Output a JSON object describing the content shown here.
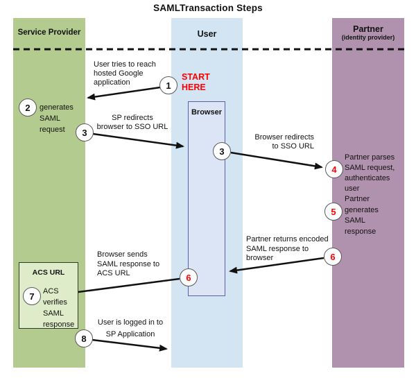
{
  "title": "SAMLTransaction Steps",
  "columns": {
    "service_provider": {
      "label": "Service Provider"
    },
    "user": {
      "label": "User"
    },
    "partner": {
      "label": "Partner",
      "sublabel": "(identity provider)"
    }
  },
  "start_marker": "START\nHERE",
  "browser_box": {
    "label": "Browser"
  },
  "acs_box": {
    "label": "ACS URL"
  },
  "circles": {
    "c1": "1",
    "c2": "2",
    "c3a": "3",
    "c3b": "3",
    "c4": "4",
    "c5": "5",
    "c6a": "6",
    "c6b": "6",
    "c7": "7",
    "c8": "8"
  },
  "annotations": {
    "user_tries": "User tries to reach\nhosted Google\napplication",
    "sp_redirects": "SP redirects\nbrowser to SSO URL",
    "generates_saml": "generates\nSAML\nrequest",
    "browser_redirects": "Browser redirects\nto SSO URL",
    "partner_parses": "Partner parses\nSAML request,\nauthenticates\nuser",
    "partner_generates": "Partner\ngenerates\nSAML\nresponse",
    "partner_returns": "Partner returns encoded\nSAML response to\nbrowser",
    "browser_sends": "Browser sends\nSAML response to\nACS URL",
    "acs_verifies": "ACS\nverifies\nSAML\nresponse",
    "user_logged_in": "User is logged in to\nSP Application"
  },
  "colors": {
    "service_provider_bg": "#b3cb8e",
    "user_bg": "#d3e4f3",
    "partner_bg": "#b192ae",
    "browser_box_bg": "#dce5f6",
    "browser_box_border": "#5c5ca8",
    "acs_box_bg": "#deecca",
    "start_here_red": "#ff0000",
    "red_step_numbers": "#ff0000",
    "arrow_black": "#111111"
  }
}
